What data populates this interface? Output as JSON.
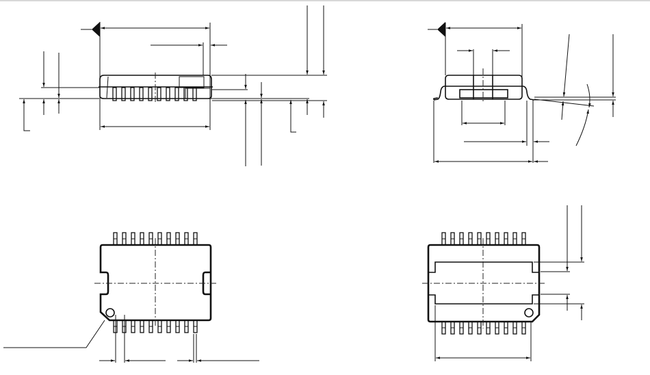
{
  "drawing": {
    "views": [
      "side-view",
      "end-view",
      "top-view",
      "bottom-view"
    ],
    "pins_per_side": 10,
    "colors": {
      "line": "#111111",
      "background": "#ffffff",
      "border": "#cccccc"
    }
  }
}
